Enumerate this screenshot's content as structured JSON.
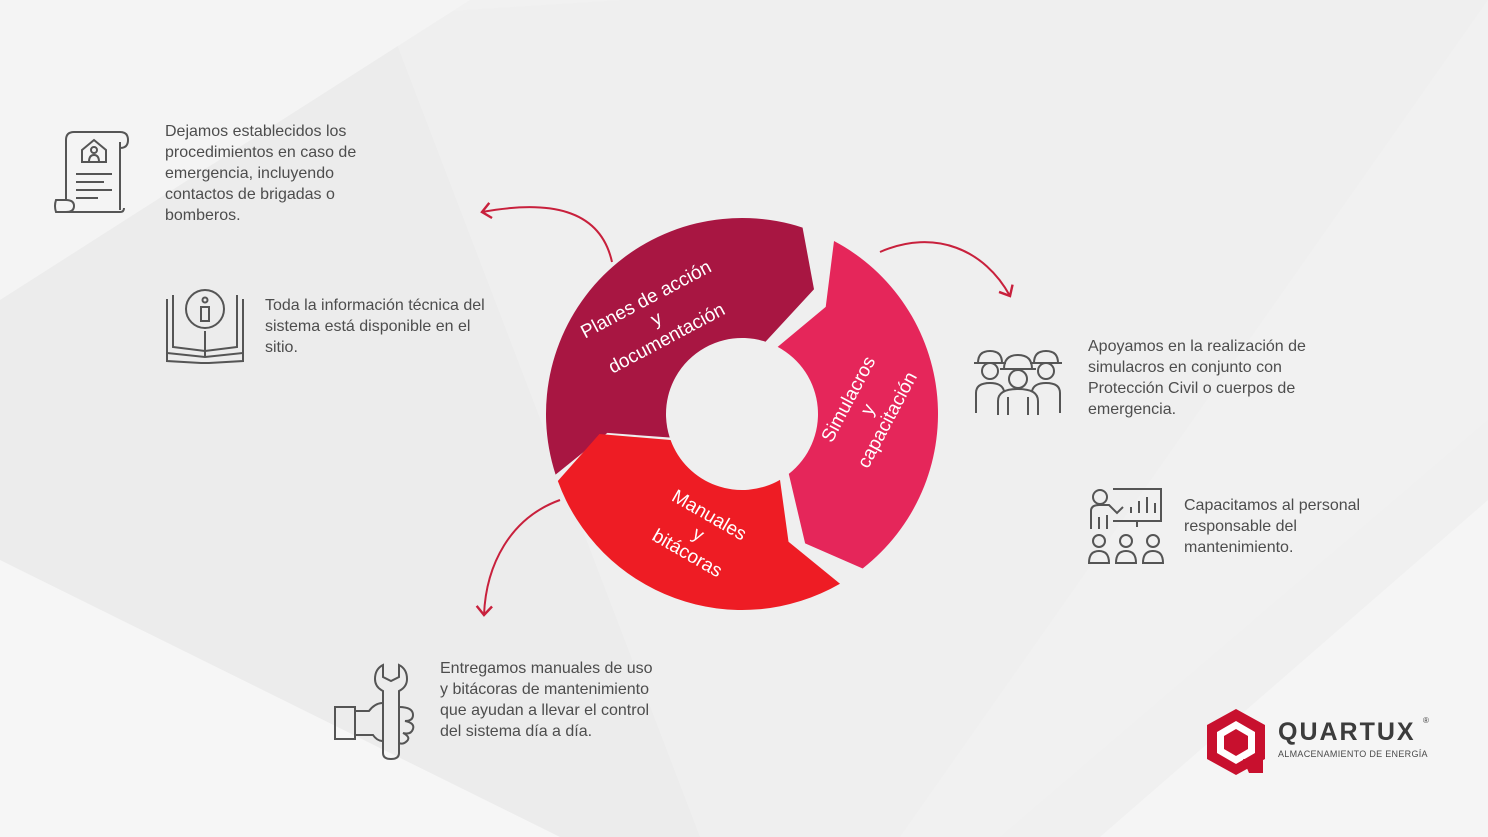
{
  "cycle": {
    "segments": [
      {
        "label_lines": [
          "Planes de acción",
          "y",
          "documentación"
        ],
        "color": "#a81642"
      },
      {
        "label_lines": [
          "Simulacros",
          "y",
          "capacitación"
        ],
        "color": "#e5265a"
      },
      {
        "label_lines": [
          "Manuales",
          "y",
          "bitácoras"
        ],
        "color": "#ee1c24"
      }
    ],
    "arrow_color": "#c8203c"
  },
  "blocks": {
    "procedures": "Dejamos establecidos los procedimientos en caso de emergencia, incluyendo contactos de brigadas o bomberos.",
    "tech_info": "Toda la información técnica del sistema está disponible en el sitio.",
    "drills": "Apoyamos en la realización de simulacros en conjunto con Protección Civil o cuerpos de emergencia.",
    "training": "Capacitamos al personal responsable del mantenimiento.",
    "manuals": "Entregamos manuales de uso y bitácoras de mantenimiento que ayudan a llevar el control del sistema día a día."
  },
  "icons": {
    "procedures": "house-document-icon",
    "tech_info": "info-book-icon",
    "drills": "workers-group-icon",
    "training": "presentation-audience-icon",
    "manuals": "hand-wrench-icon"
  },
  "brand": {
    "name": "QUARTUX",
    "registered": "®",
    "tagline": "ALMACENAMIENTO DE ENERGÍA",
    "color": "#c8102e"
  }
}
